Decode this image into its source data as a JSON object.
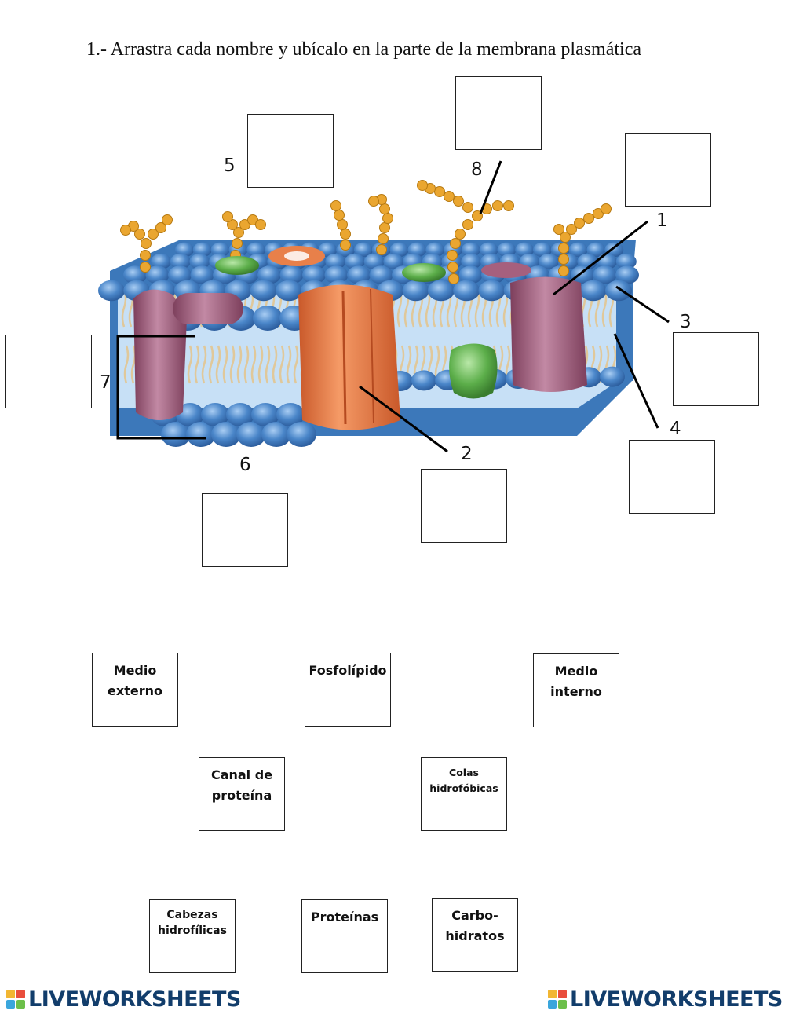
{
  "title": "1.- Arrastra cada nombre y ubícalo en la parte de la membrana plasmática",
  "labels": {
    "n1": "1",
    "n2": "2",
    "n3": "3",
    "n4": "4",
    "n5": "5",
    "n6": "6",
    "n7": "7",
    "n8": "8"
  },
  "cards": {
    "medio_externo": [
      "Medio",
      "externo"
    ],
    "fosfolipido": [
      "Fosfolípido"
    ],
    "medio_interno": [
      "Medio",
      "interno"
    ],
    "canal_proteina": [
      "Canal de",
      "proteína"
    ],
    "colas": [
      "Colas",
      "hidrofóbicas"
    ],
    "cabezas": [
      "Cabezas",
      "hidrofílicas"
    ],
    "proteinas": [
      "Proteínas"
    ],
    "carbohidratos": [
      "Carbo-",
      "hidratos"
    ]
  },
  "footer": {
    "brand": "LIVEWORKSHEETS"
  },
  "colors": {
    "head": "#4a86c9",
    "head_dark": "#2d5e9e",
    "channel": "#e8804a",
    "protein": "#a6607e",
    "green": "#5cae4a",
    "carb": "#eaa630",
    "tail": "#e0c89a",
    "brand": "#123d6b"
  },
  "icons": [
    "liveworksheets-logo-icon"
  ]
}
